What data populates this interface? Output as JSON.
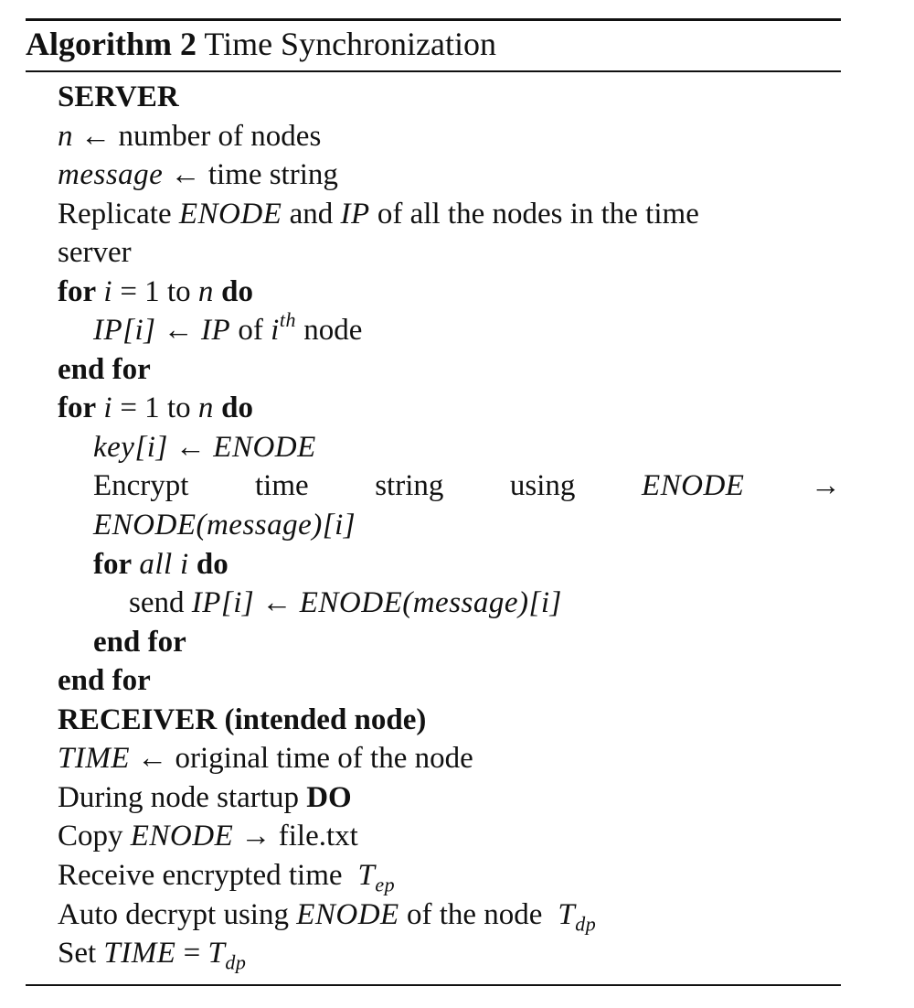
{
  "caption": {
    "label": "Algorithm 2",
    "title": "Time Synchronization"
  },
  "server": {
    "heading": "SERVER",
    "n": "n",
    "arrow": "←",
    "number_of_nodes": "number of nodes",
    "message": "message",
    "time_string": "time string",
    "replicate_1": "Replicate",
    "enode": "ENODE",
    "and": "and",
    "ip": "IP",
    "replicate_2": "of all the nodes in the time",
    "replicate_3": "server",
    "for": "for",
    "i": "i",
    "eq_one": "= 1",
    "to": "to",
    "do": "do",
    "ip_i": "IP[i]",
    "of": "of",
    "th": "th",
    "node": "node",
    "end_for": "end for",
    "key_i": "key[i]",
    "encrypt_words": [
      "Encrypt",
      "time",
      "string",
      "using"
    ],
    "right_arrow": "→",
    "enode_message_i": "ENODE(message)[i]",
    "all": "all",
    "send": "send"
  },
  "receiver": {
    "heading": "RECEIVER (intended node)",
    "time": "TIME",
    "original_time": "original time of the node",
    "during": "During node startup",
    "do_caps": "DO",
    "copy": "Copy",
    "file": "file.txt",
    "receive": "Receive encrypted time",
    "t": "T",
    "ep": "ep",
    "auto": "Auto decrypt using",
    "of_the_node": "of the node",
    "dp": "dp",
    "set": "Set",
    "eq": "="
  }
}
